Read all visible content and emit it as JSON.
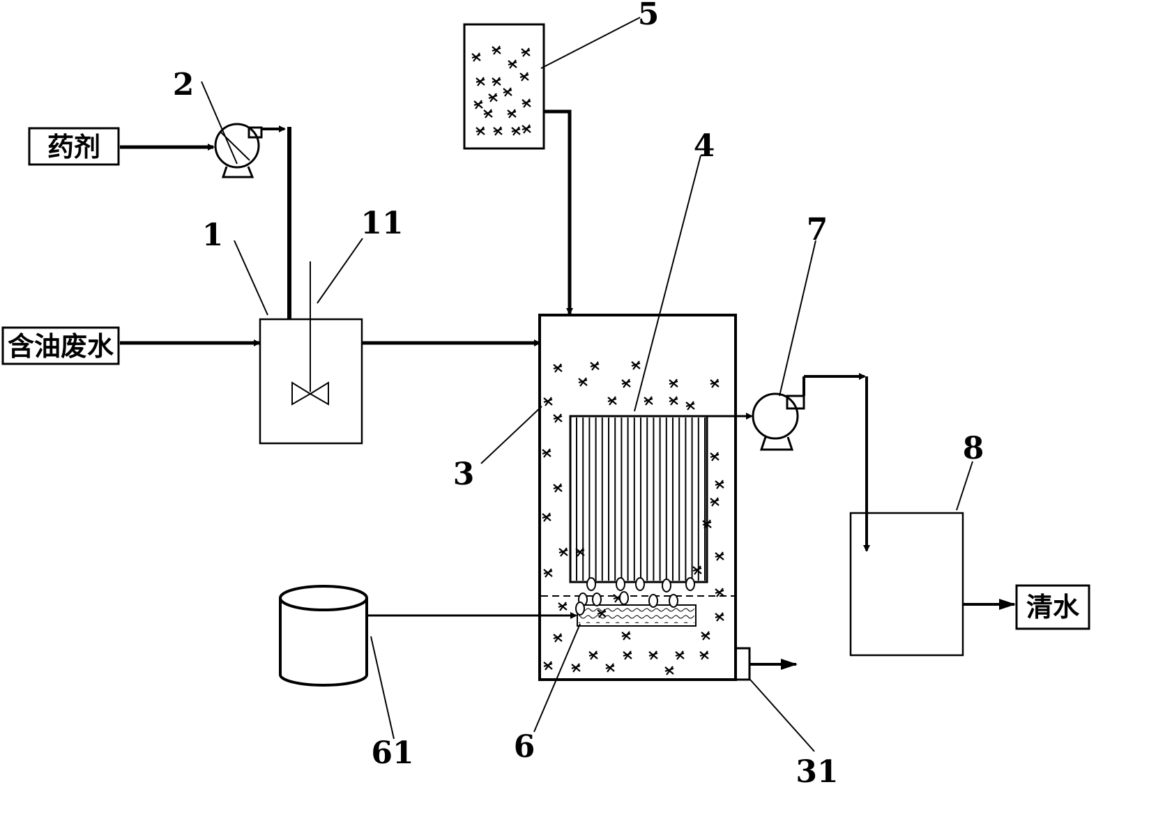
{
  "labels": {
    "reagent": "药剂",
    "oily_wastewater": "含油废水",
    "clean_water": "清水"
  },
  "part_numbers": {
    "mixing_tank": "1",
    "dosing_pump": "2",
    "reactor": "3",
    "membrane_module": "4",
    "media_hopper": "5",
    "aerator": "6",
    "pump_outlet": "7",
    "clean_water_tank": "8",
    "stirrer": "11",
    "sludge_outlet": "31",
    "air_blower": "61"
  }
}
